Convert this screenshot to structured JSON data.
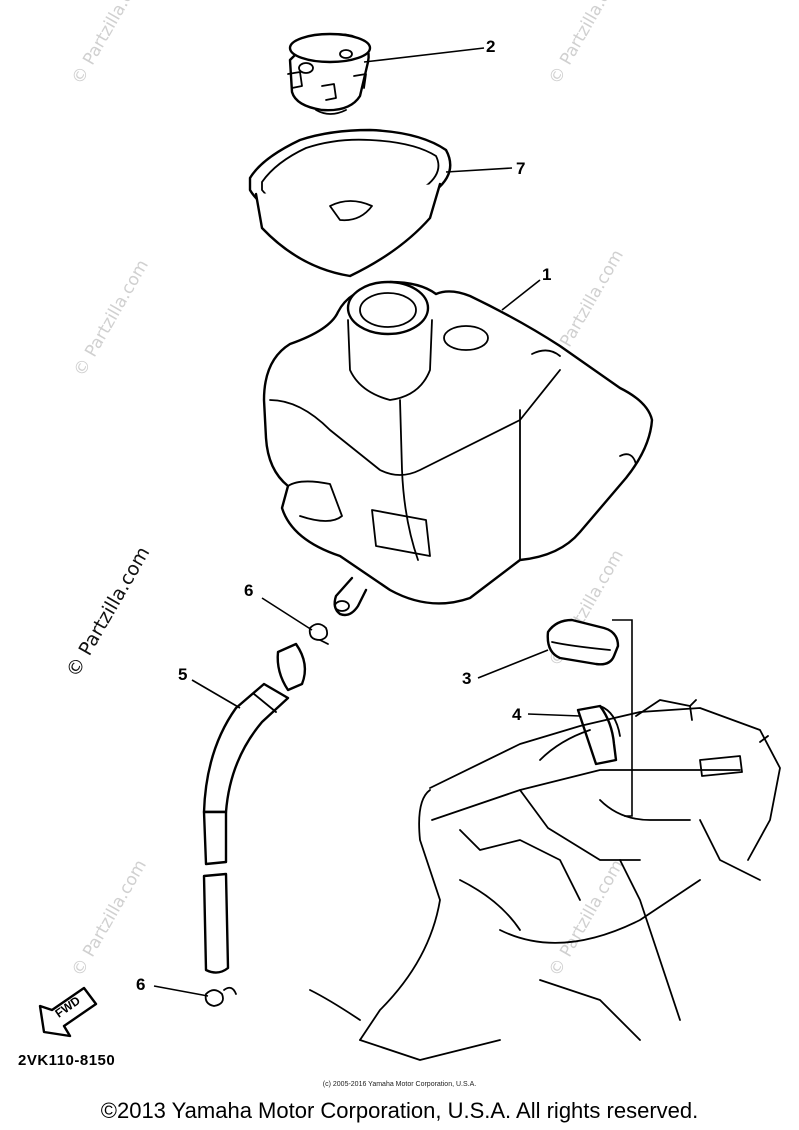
{
  "diagram": {
    "callouts": [
      {
        "id": "callout-2",
        "label": "2"
      },
      {
        "id": "callout-7",
        "label": "7"
      },
      {
        "id": "callout-1",
        "label": "1"
      },
      {
        "id": "callout-6-top",
        "label": "6"
      },
      {
        "id": "callout-5",
        "label": "5"
      },
      {
        "id": "callout-3",
        "label": "3"
      },
      {
        "id": "callout-4",
        "label": "4"
      },
      {
        "id": "callout-6-bottom",
        "label": "6"
      }
    ],
    "fwd_label": "FWD",
    "diagram_code": "2VK110-8150"
  },
  "watermark": {
    "text": "© Partzilla.com",
    "color": "#d0d0d0"
  },
  "footer": {
    "small_copyright": "(c) 2005-2016 Yamaha Motor Corporation, U.S.A.",
    "copyright": "©2013 Yamaha Motor Corporation, U.S.A. All rights reserved."
  }
}
